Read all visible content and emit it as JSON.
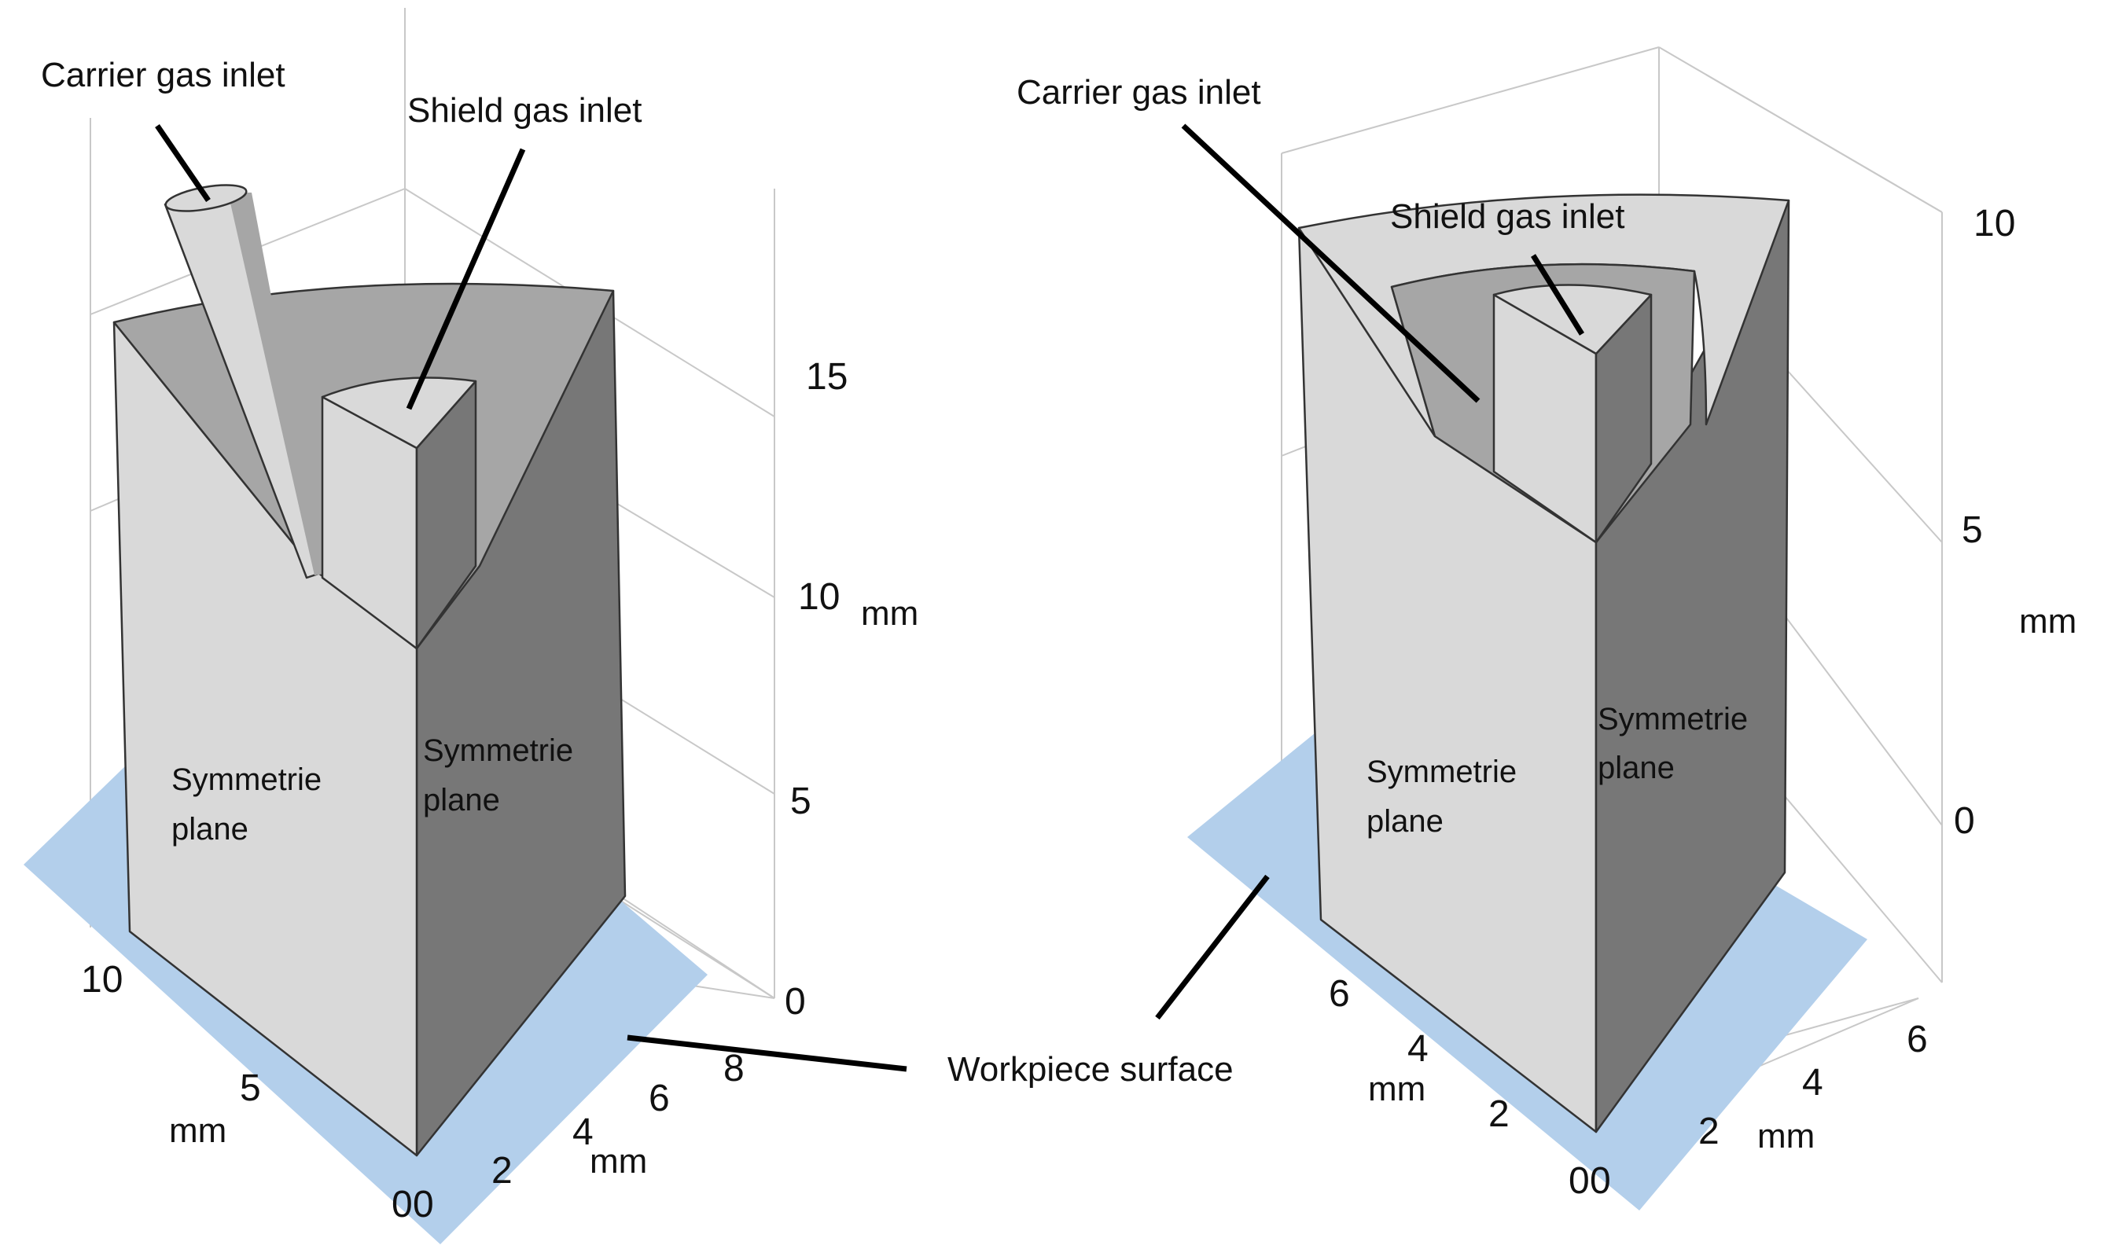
{
  "colors": {
    "workpiece": "#b3cfeb",
    "face_light": "#d9d9d9",
    "face_dark": "#777777",
    "face_mid": "#a6a6a6",
    "leader": "#000000"
  },
  "shared": {
    "workpiece_label": "Workpiece surface"
  },
  "left": {
    "carrier_label": "Carrier gas inlet",
    "shield_label": "Shield gas inlet",
    "sym_left": [
      "Symmetrie",
      "plane"
    ],
    "sym_right": [
      "Symmetrie",
      "plane"
    ],
    "z_ticks": [
      "0",
      "5",
      "10",
      "15"
    ],
    "z_unit": "mm",
    "x_ticks": [
      "0",
      "5",
      "10"
    ],
    "x_unit": "mm",
    "y_ticks": [
      "0",
      "2",
      "4",
      "6",
      "8"
    ],
    "y_unit": "mm"
  },
  "right": {
    "carrier_label": "Carrier gas inlet",
    "shield_label": "Shield gas inlet",
    "sym_left": [
      "Symmetrie",
      "plane"
    ],
    "sym_right": [
      "Symmetrie",
      "plane"
    ],
    "z_ticks": [
      "0",
      "5",
      "10"
    ],
    "z_unit": "mm",
    "x_ticks": [
      "0",
      "2",
      "4",
      "6"
    ],
    "x_unit": "mm",
    "y_ticks": [
      "0",
      "2",
      "4",
      "6"
    ],
    "y_unit": "mm"
  }
}
